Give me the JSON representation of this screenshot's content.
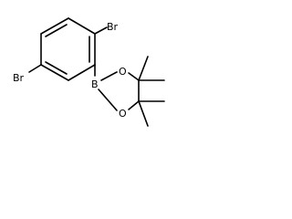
{
  "atoms": {
    "br_top": "Br",
    "br_left": "Br",
    "boron": "B",
    "oxygen_top": "O",
    "oxygen_bottom": "O"
  }
}
